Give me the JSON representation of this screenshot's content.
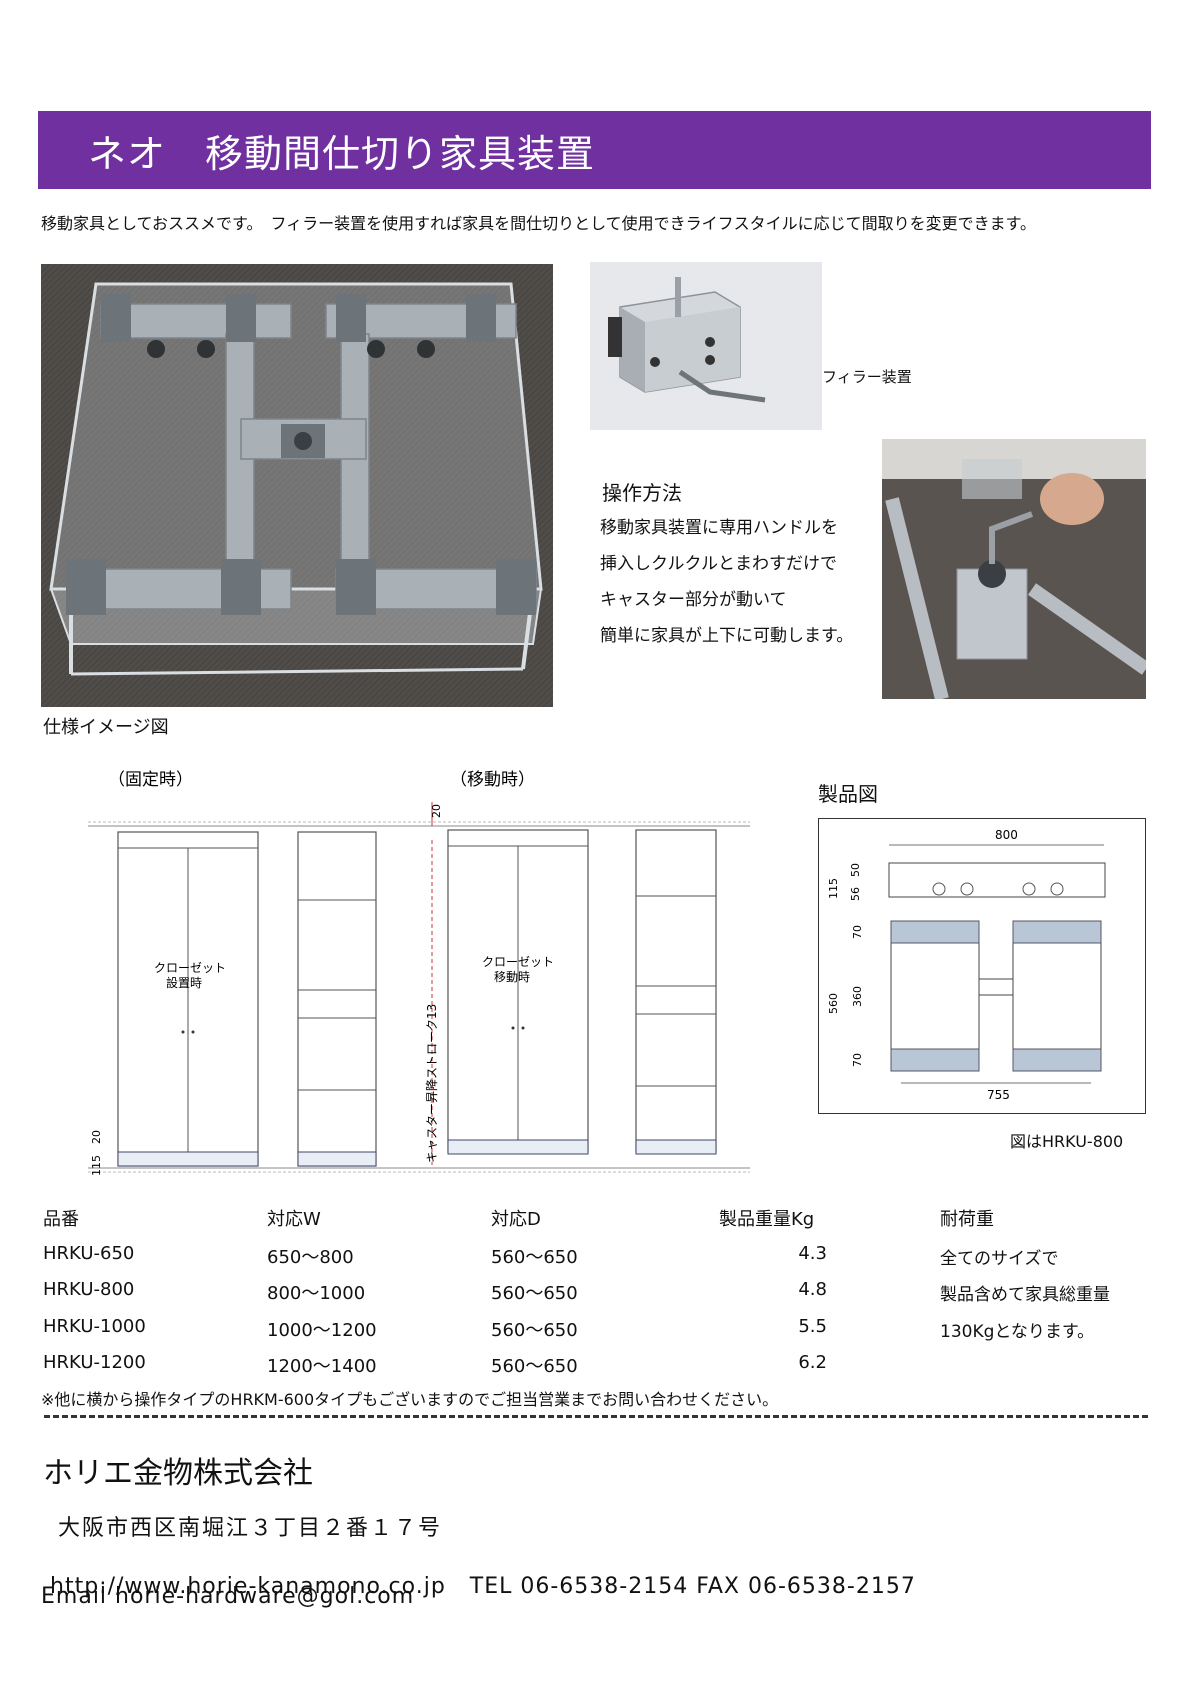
{
  "header": {
    "title": "ネオ　移動間仕切り家具装置"
  },
  "intro": "移動家具としておススメです。　フィラー装置を使用すれば家具を間仕切りとして使用できライフスタイルに応じて間取りを変更できます。",
  "filler": {
    "caption": "フィラー装置"
  },
  "operation": {
    "heading": "操作方法",
    "lines": [
      "移動家具装置に専用ハンドルを",
      "挿入しクルクルとまわすだけで",
      "キャスター部分が動いて",
      "簡単に家具が上下に可動します。"
    ]
  },
  "spec_image_caption": "仕様イメージ図",
  "drawing": {
    "fixed_label": "（固定時）",
    "moving_label": "（移動時）",
    "closet_fixed": [
      "クローゼット",
      "設置時"
    ],
    "closet_moving": [
      "クローゼット",
      "移動時"
    ],
    "stroke_label": "キャスター昇降ストローク13",
    "dim_20_top": "20",
    "dim_20_bottom": "20",
    "dim_115": "115"
  },
  "product_drawing": {
    "heading": "製品図",
    "dim_800": "800",
    "dim_115": "115",
    "dim_50": "50",
    "dim_56": "56",
    "dim_560": "560",
    "dim_70a": "70",
    "dim_360": "360",
    "dim_70b": "70",
    "dim_755": "755",
    "caption": "図はHRKU-800"
  },
  "table": {
    "headers": [
      "品番",
      "対応W",
      "対応D",
      "製品重量Kg",
      "耐荷重"
    ],
    "rows": [
      [
        "HRKU-650",
        "650〜800",
        "560〜650",
        "4.3"
      ],
      [
        "HRKU-800",
        "800〜1000",
        "560〜650",
        "4.8"
      ],
      [
        "HRKU-1000",
        "1000〜1200",
        "560〜650",
        "5.5"
      ],
      [
        "HRKU-1200",
        "1200〜1400",
        "560〜650",
        "6.2"
      ]
    ],
    "load_notes": [
      "全てのサイズで",
      "製品含めて家具総重量",
      "130Kgとなります。"
    ]
  },
  "note": "※他に横から操作タイプのHRKM-600タイプもございますのでご担当営業までお問い合わせください。",
  "company": {
    "name": "ホリエ金物株式会社",
    "address": "大阪市西区南堀江３丁目２番１７号",
    "url": "http://www.horie-kanamono.co.jp",
    "tel": "TEL 06-6538-2154",
    "fax": "FAX 06-6538-2157",
    "email": "Email horie-hardware@gol.com"
  },
  "colors": {
    "banner": "#7030a0",
    "frame": "#a9b0b6",
    "photo_bg": "#4a4643"
  }
}
